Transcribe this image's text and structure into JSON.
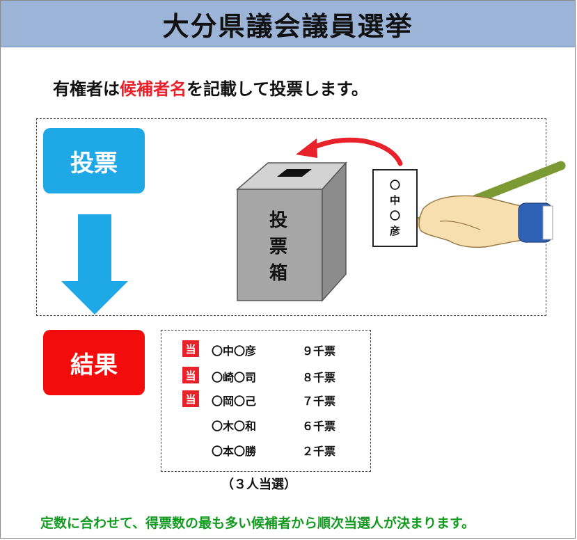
{
  "header": {
    "title": "大分県議会議員選挙"
  },
  "subtitle": {
    "before": "有権者は",
    "highlight": "候補者名",
    "after": "を記載して投票します。"
  },
  "steps": {
    "vote": "投票",
    "result": "結果"
  },
  "ballot_box": {
    "label": [
      "投",
      "票",
      "箱"
    ]
  },
  "ballot_paper": {
    "lines": [
      "〇",
      "中",
      "〇",
      "彦"
    ]
  },
  "results": {
    "elected_mark": "当",
    "rows": [
      {
        "name": "〇中〇彦",
        "votes": "９千票",
        "elected": true
      },
      {
        "name": "〇崎〇司",
        "votes": "８千票",
        "elected": true
      },
      {
        "name": "〇岡〇己",
        "votes": "７千票",
        "elected": true
      },
      {
        "name": "〇木〇和",
        "votes": "６千票",
        "elected": false
      },
      {
        "name": "〇本〇勝",
        "votes": "２千票",
        "elected": false
      }
    ],
    "note": "（３人当選）"
  },
  "footer": "定数に合わせて、得票数の最も多い候補者から順次当選人が決まります。",
  "colors": {
    "header_bg": "#9db4d9",
    "vote_badge": "#1ea8e6",
    "result_badge": "#f40c0c",
    "highlight_red": "#e8212b",
    "footer_green": "#139a20",
    "arrow_blue": "#1ea8e6",
    "box_gray": "#a6a6a6"
  }
}
